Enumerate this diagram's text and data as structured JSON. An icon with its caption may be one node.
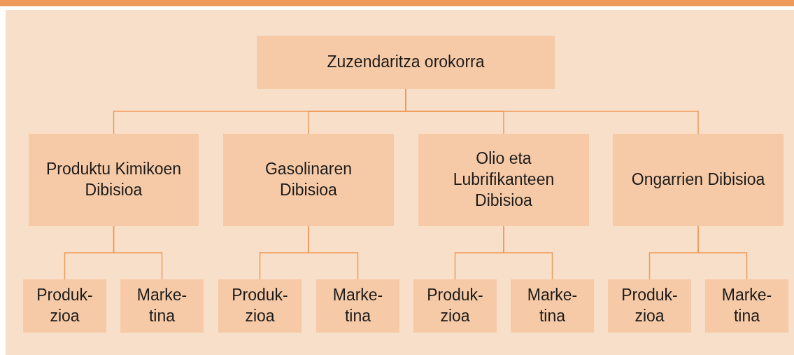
{
  "diagram": {
    "nodes": [
      {
        "text": [
          "Zuzendaritza orokorra"
        ]
      },
      {
        "text": [
          "Produktu Kimikoen Dibisioa"
        ]
      },
      {
        "text": [
          "Gasolinaren Dibisioa"
        ]
      },
      {
        "text": [
          "Olio eta Lubrifikanteen Dibisioa"
        ]
      },
      {
        "text": [
          "Ongarrien Dibisioa"
        ]
      },
      {
        "text": [
          "Produk- zioa"
        ]
      },
      {
        "text": [
          "Marke- tina"
        ]
      },
      {
        "text": [
          "Produk- zioa"
        ]
      },
      {
        "text": [
          "Marke- tina"
        ]
      },
      {
        "text": [
          "Produk- zioa"
        ]
      },
      {
        "text": [
          "Marke- tina"
        ]
      },
      {
        "text": [
          "Produk- zioa"
        ]
      },
      {
        "text": [
          "Marke- tina"
        ]
      }
    ],
    "edges": [
      {
        "from": 0,
        "to": 1,
        "arrow": "none"
      },
      {
        "from": 0,
        "to": 2,
        "arrow": "none"
      },
      {
        "from": 0,
        "to": 3,
        "arrow": "none"
      },
      {
        "from": 0,
        "to": 4,
        "arrow": "none"
      },
      {
        "from": 1,
        "to": 5,
        "arrow": "none"
      },
      {
        "from": 1,
        "to": 6,
        "arrow": "none"
      },
      {
        "from": 2,
        "to": 7,
        "arrow": "none"
      },
      {
        "from": 2,
        "to": 8,
        "arrow": "none"
      },
      {
        "from": 3,
        "to": 9,
        "arrow": "none"
      },
      {
        "from": 3,
        "to": 10,
        "arrow": "none"
      },
      {
        "from": 4,
        "to": 11,
        "arrow": "none"
      },
      {
        "from": 4,
        "to": 12,
        "arrow": "none"
      }
    ]
  }
}
